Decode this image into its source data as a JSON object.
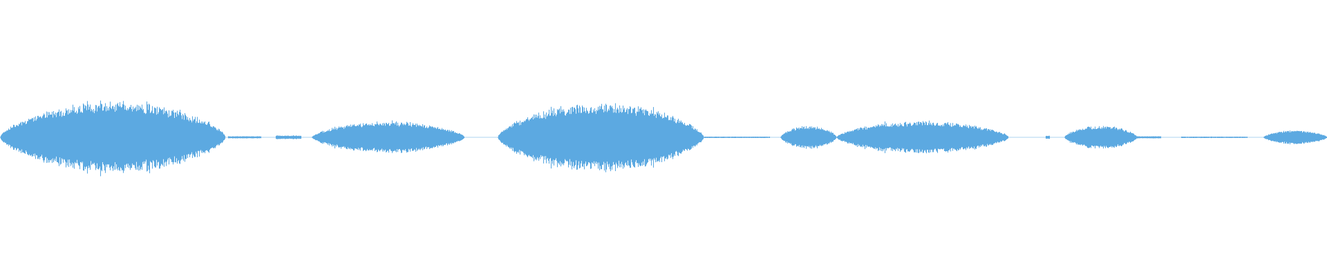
{
  "waveform": {
    "color": "#5DA9E1",
    "background": "#FFFFFF",
    "segments": [
      {
        "start": 0.0,
        "end": 0.17,
        "peak": 1.0
      },
      {
        "start": 0.172,
        "end": 0.197,
        "peak": 0.03
      },
      {
        "start": 0.208,
        "end": 0.227,
        "peak": 0.05
      },
      {
        "start": 0.235,
        "end": 0.35,
        "peak": 0.45
      },
      {
        "start": 0.375,
        "end": 0.53,
        "peak": 0.97
      },
      {
        "start": 0.53,
        "end": 0.58,
        "peak": 0.02
      },
      {
        "start": 0.588,
        "end": 0.63,
        "peak": 0.33
      },
      {
        "start": 0.63,
        "end": 0.76,
        "peak": 0.46
      },
      {
        "start": 0.788,
        "end": 0.791,
        "peak": 0.05
      },
      {
        "start": 0.802,
        "end": 0.857,
        "peak": 0.33
      },
      {
        "start": 0.857,
        "end": 0.875,
        "peak": 0.03
      },
      {
        "start": 0.89,
        "end": 0.94,
        "peak": 0.02
      },
      {
        "start": 0.952,
        "end": 1.0,
        "peak": 0.2
      }
    ]
  }
}
